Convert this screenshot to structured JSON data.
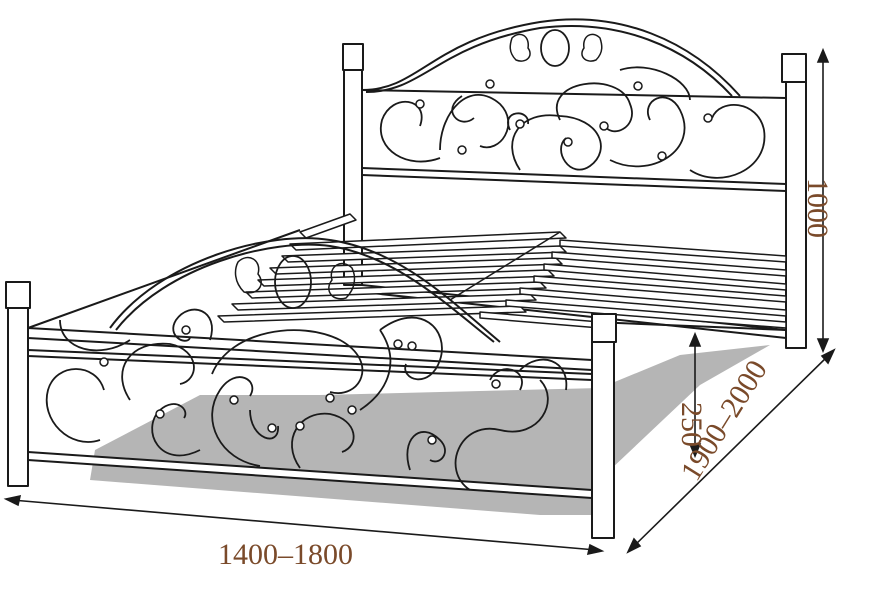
{
  "figure": {
    "subject": "metal-bed",
    "line_color": "#1a1a1a",
    "shadow_color": "#b5b5b5",
    "label_color": "#7a4a2a"
  },
  "dimensions": {
    "width": "1400–1800",
    "length": "1900–2000",
    "leg_height": "250",
    "total_height": "1000"
  }
}
